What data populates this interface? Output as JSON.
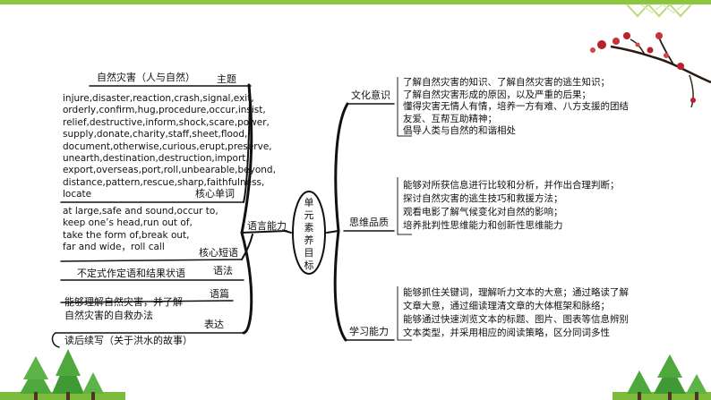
{
  "colors": {
    "accent_green": "#7dbb3a",
    "tree_green": "#4fa83b",
    "line": "#111111",
    "blossom": "#b8202a"
  },
  "hub": {
    "chars": [
      "单",
      "元",
      "素",
      "养",
      "目",
      "标"
    ]
  },
  "left": {
    "branch_label": "语言能力",
    "theme": {
      "label": "主题",
      "text": "自然灾害（人与自然）"
    },
    "vocab": {
      "label": "核心单词",
      "lines": [
        "injure,disaster,reaction,crash,signal,exit,",
        "orderly,confirm,hug,procedure,occur,insist,",
        "relief,destructive,inform,shock,scare,power,",
        "supply,donate,charity,staff,sheet,flood,",
        "document,otherwise,curious,erupt,preserve,",
        "unearth,destination,destruction,import,",
        "export,overseas,port,roll,unbearable,beyond,",
        "distance,pattern,rescue,sharp,faithfulness,",
        "locate"
      ]
    },
    "phrases": {
      "label": "核心短语",
      "lines": [
        "at large,safe and sound,occur to,",
        "keep one’s head,run out of,",
        "take the form of,break out,",
        "far and wide，roll call"
      ]
    },
    "grammar": {
      "label": "语法",
      "text": "不定式作定语和结果状语"
    },
    "discourse": {
      "label": "语篇",
      "lines": [
        "能够理解自然灾害，并了解",
        "自然灾害的自救办法"
      ]
    },
    "expression": {
      "label": "表达",
      "text": "读后续写（关于洪水的故事）"
    }
  },
  "right": {
    "culture": {
      "label": "文化意识",
      "lines": [
        "了解自然灾害的知识、了解自然灾害的逃生知识；",
        "了解自然灾害形成的原因，以及严重的后果；",
        "懂得灾害无情人有情，培养一方有难、八方支援的团结",
        "友爱、互帮互助精神；",
        "倡导人类与自然的和谐相处"
      ]
    },
    "thinking": {
      "label": "思维品质",
      "lines": [
        "能够对所获信息进行比较和分析，并作出合理判断；",
        "探讨自然灾害的逃生技巧和救援方法；",
        "观看电影了解气候变化对自然的影响；",
        "培养批判性思维能力和创新性思维能力"
      ]
    },
    "learning": {
      "label": "学习能力",
      "lines": [
        "能够抓住关键词，理解听力文本的大意；通过略读了解",
        "文章大意，通过细读理清文章的大体框架和脉络；",
        "能够通过快速浏览文本的标题、图片、图表等信息辨别",
        "文本类型，并采用相应的阅读策略，区分同词多性"
      ]
    }
  }
}
